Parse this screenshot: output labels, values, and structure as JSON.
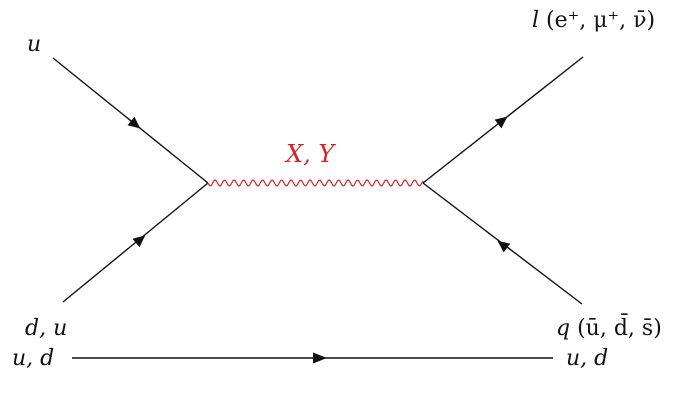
{
  "diagram": {
    "incoming_top": {
      "label": "u"
    },
    "incoming_bottom": {
      "label": "d, u"
    },
    "spectator_left": {
      "label": "u, d"
    },
    "spectator_right": {
      "label": "u, d"
    },
    "boson": {
      "label": "X, Y",
      "color": "#d62424"
    },
    "outgoing_top": {
      "symbol": "l",
      "alternatives": "(e⁺, μ⁺, ν̄)"
    },
    "outgoing_bottom": {
      "symbol": "q",
      "alternatives": "(ū, d̄, s̄)"
    },
    "line_color": "#111111"
  }
}
